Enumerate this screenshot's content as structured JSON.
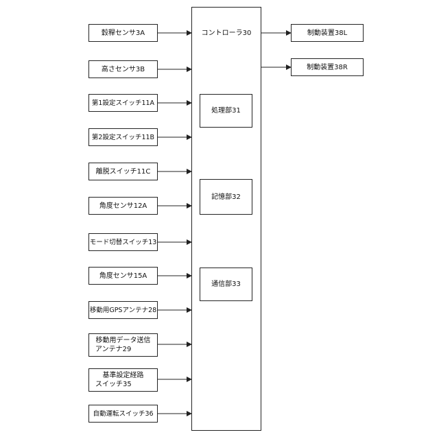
{
  "controller": {
    "label": "コントローラ30"
  },
  "controller_units": [
    {
      "id": "processing",
      "label": "処理部31"
    },
    {
      "id": "memory",
      "label": "記憶部32"
    },
    {
      "id": "communication",
      "label": "通信部33"
    }
  ],
  "inputs": [
    {
      "id": "3a",
      "lines": [
        "穀稈センサ3A"
      ]
    },
    {
      "id": "3b",
      "lines": [
        "高さセンサ3B"
      ]
    },
    {
      "id": "11a",
      "lines": [
        "第1設定スイッチ11A"
      ]
    },
    {
      "id": "11b",
      "lines": [
        "第2設定スイッチ11B"
      ]
    },
    {
      "id": "11c",
      "lines": [
        "離脱スイッチ11C"
      ]
    },
    {
      "id": "12a",
      "lines": [
        "角度センサ12A"
      ]
    },
    {
      "id": "13",
      "lines": [
        "モード切替スイッチ13"
      ]
    },
    {
      "id": "15a",
      "lines": [
        "角度センサ15A"
      ]
    },
    {
      "id": "28",
      "lines": [
        "移動用GPSアンテナ28"
      ]
    },
    {
      "id": "29",
      "lines": [
        "移動用データ送信",
        "アンテナ29"
      ]
    },
    {
      "id": "35",
      "lines": [
        "基準設定経路",
        "スイッチ35"
      ]
    },
    {
      "id": "36",
      "lines": [
        "自動運転スイッチ36"
      ]
    }
  ],
  "outputs": [
    {
      "id": "38l",
      "label": "制動装置38L"
    },
    {
      "id": "38r",
      "label": "制動装置38R"
    }
  ]
}
